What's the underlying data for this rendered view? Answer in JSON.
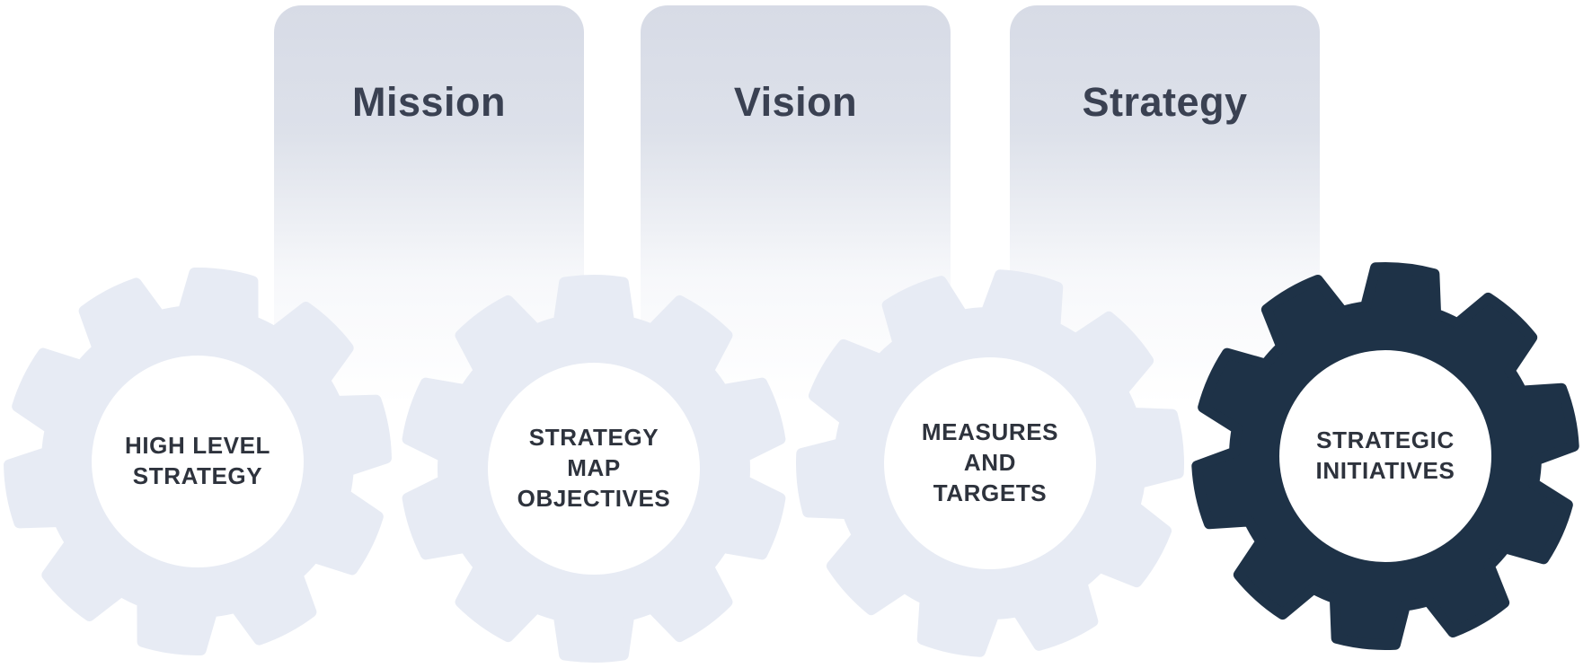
{
  "diagram": {
    "pillars": [
      {
        "label": "Mission"
      },
      {
        "label": "Vision"
      },
      {
        "label": "Strategy"
      }
    ],
    "gears": [
      {
        "label": "HIGH LEVEL\nSTRATEGY",
        "color": "#e7ebf4",
        "hub_color": "#ffffff"
      },
      {
        "label": "STRATEGY\nMAP\nOBJECTIVES",
        "color": "#e7ebf4",
        "hub_color": "#ffffff"
      },
      {
        "label": "MEASURES\nAND\nTARGETS",
        "color": "#e7ebf4",
        "hub_color": "#ffffff"
      },
      {
        "label": "STRATEGIC\nINITIATIVES",
        "color": "#1e3247",
        "hub_color": "#ffffff"
      }
    ],
    "colors": {
      "background": "#ffffff",
      "card_gradient_top": "#d7dbe6",
      "pillar_text": "#3a4152",
      "light_gear": "#e7ebf4",
      "dark_gear": "#1e3247",
      "gear_text": "#2e333d"
    }
  }
}
